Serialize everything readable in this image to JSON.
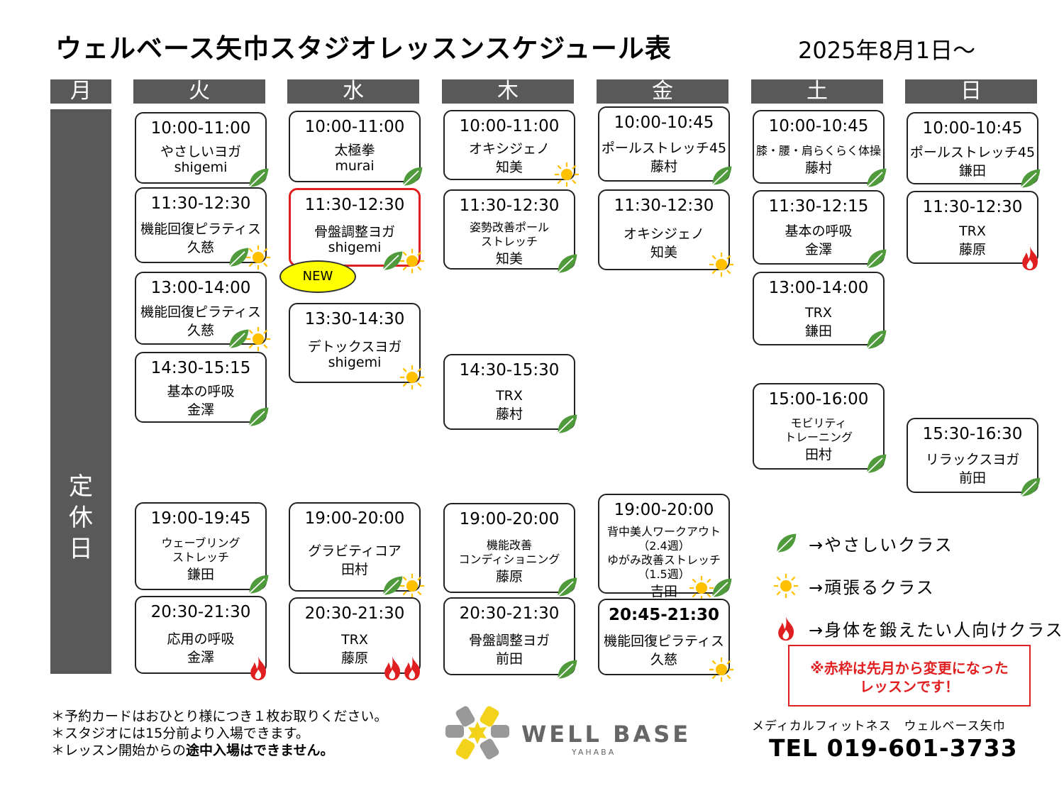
{
  "title": "ウェルベース矢巾スタジオレッスンスケジュール表",
  "date": "2025年8月1日～",
  "days": [
    "月",
    "火",
    "水",
    "木",
    "金",
    "土",
    "日"
  ],
  "closed_label": "定休日",
  "new_badge": "NEW",
  "colors": {
    "header_bg": "#595959",
    "changed_border": "#e02020",
    "new_badge_bg": "#ffff00",
    "leaf": "#4f9a3a",
    "sun": "#ffc000",
    "flame": "#e02020"
  },
  "lessons": [
    {
      "day": "火",
      "time": "10:00-11:00",
      "name": "やさしいヨガ",
      "instructor": "shigemi",
      "icon": [
        "leaf-icon"
      ]
    },
    {
      "day": "火",
      "time": "11:30-12:30",
      "name": "機能回復ピラティス",
      "instructor": "久慈",
      "icon": [
        "leaf-icon",
        "sun-icon"
      ]
    },
    {
      "day": "火",
      "time": "13:00-14:00",
      "name": "機能回復ピラティス",
      "instructor": "久慈",
      "icon": [
        "leaf-icon",
        "sun-icon"
      ]
    },
    {
      "day": "火",
      "time": "14:30-15:15",
      "name": "基本の呼吸",
      "instructor": "金澤",
      "icon": [
        "leaf-icon"
      ]
    },
    {
      "day": "火",
      "time": "19:00-19:45",
      "name": "ウェーブリング\nストレッチ",
      "instructor": "鎌田",
      "icon": [
        "leaf-icon"
      ]
    },
    {
      "day": "火",
      "time": "20:30-21:30",
      "name": "応用の呼吸",
      "instructor": "金澤",
      "icon": [
        "flame-icon"
      ]
    },
    {
      "day": "水",
      "time": "10:00-11:00",
      "name": "太極拳",
      "instructor": "murai",
      "icon": [
        "leaf-icon"
      ]
    },
    {
      "day": "水",
      "time": "11:30-12:30",
      "name": "骨盤調整ヨガ",
      "instructor": "shigemi",
      "icon": [
        "leaf-icon",
        "sun-icon"
      ],
      "changed": true
    },
    {
      "day": "水",
      "time": "13:30-14:30",
      "name": "デトックスヨガ",
      "instructor": "shigemi",
      "icon": [
        "sun-icon"
      ]
    },
    {
      "day": "水",
      "time": "19:00-20:00",
      "name": "グラビティコア",
      "instructor": "田村",
      "icon": [
        "leaf-icon",
        "sun-icon"
      ]
    },
    {
      "day": "水",
      "time": "20:30-21:30",
      "name": "TRX",
      "instructor": "藤原",
      "icon": [
        "flame-icon",
        "flame-icon"
      ]
    },
    {
      "day": "木",
      "time": "10:00-11:00",
      "name": "オキシジェノ",
      "instructor": "知美",
      "icon": [
        "sun-icon"
      ]
    },
    {
      "day": "木",
      "time": "11:30-12:30",
      "name": "姿勢改善ポール\nストレッチ",
      "instructor": "知美",
      "icon": [
        "leaf-icon"
      ]
    },
    {
      "day": "木",
      "time": "14:30-15:30",
      "name": "TRX",
      "instructor": "藤村",
      "icon": [
        "leaf-icon"
      ]
    },
    {
      "day": "木",
      "time": "19:00-20:00",
      "name": "機能改善\nコンディショニング",
      "instructor": "藤原",
      "icon": [
        "leaf-icon"
      ]
    },
    {
      "day": "木",
      "time": "20:30-21:30",
      "name": "骨盤調整ヨガ",
      "instructor": "前田",
      "icon": [
        "leaf-icon"
      ]
    },
    {
      "day": "金",
      "time": "10:00-10:45",
      "name": "ポールストレッチ45",
      "instructor": "藤村",
      "icon": [
        "leaf-icon"
      ]
    },
    {
      "day": "金",
      "time": "11:30-12:30",
      "name": "オキシジェノ",
      "instructor": "知美",
      "icon": [
        "sun-icon"
      ]
    },
    {
      "day": "金",
      "time": "19:00-20:00",
      "name": "背中美人ワークアウト\n（2.4週）\nゆがみ改善ストレッチ\n（1.5週）",
      "instructor": "吉田",
      "icon": [
        "sun-icon",
        "leaf-icon"
      ]
    },
    {
      "day": "金",
      "time": "20:45-21:30",
      "name": "機能回復ピラティス",
      "instructor": "久慈",
      "icon": [
        "sun-icon"
      ]
    },
    {
      "day": "土",
      "time": "10:00-10:45",
      "name": "膝・腰・肩らくらく体操",
      "instructor": "藤村",
      "icon": [
        "leaf-icon"
      ]
    },
    {
      "day": "土",
      "time": "11:30-12:15",
      "name": "基本の呼吸",
      "instructor": "金澤",
      "icon": [
        "leaf-icon"
      ]
    },
    {
      "day": "土",
      "time": "13:00-14:00",
      "name": "TRX",
      "instructor": "鎌田",
      "icon": [
        "leaf-icon"
      ]
    },
    {
      "day": "土",
      "time": "15:00-16:00",
      "name": "モビリティ\nトレーニング",
      "instructor": "田村",
      "icon": [
        "leaf-icon"
      ]
    },
    {
      "day": "日",
      "time": "10:00-10:45",
      "name": "ポールストレッチ45",
      "instructor": "鎌田",
      "icon": [
        "leaf-icon"
      ]
    },
    {
      "day": "日",
      "time": "11:30-12:30",
      "name": "TRX",
      "instructor": "藤原",
      "icon": [
        "flame-icon"
      ]
    },
    {
      "day": "日",
      "time": "15:30-16:30",
      "name": "リラックスヨガ",
      "instructor": "前田",
      "icon": [
        "leaf-icon"
      ]
    }
  ],
  "legend": [
    {
      "icon": "leaf-icon",
      "label": "→やさしいクラス"
    },
    {
      "icon": "sun-icon",
      "label": "→頑張るクラス"
    },
    {
      "icon": "flame-icon",
      "label": "→身体を鍛えたい人向けクラス"
    }
  ],
  "change_note": {
    "line1": "※赤枠は先月から変更になった",
    "line2": "レッスンです！"
  },
  "notes": {
    "line1": "＊予約カードはおひとり様につき１枚お取りください。",
    "line2": "＊スタジオには15分前より入場できます。",
    "line3_prefix": "＊レッスン開始からの",
    "line3_bold": "途中入場はできません。"
  },
  "logo": {
    "name": "WELL BASE",
    "sub": "YAHABA"
  },
  "company": "メディカルフィットネス　ウェルベース矢巾",
  "tel": "TEL 019-601-3733"
}
